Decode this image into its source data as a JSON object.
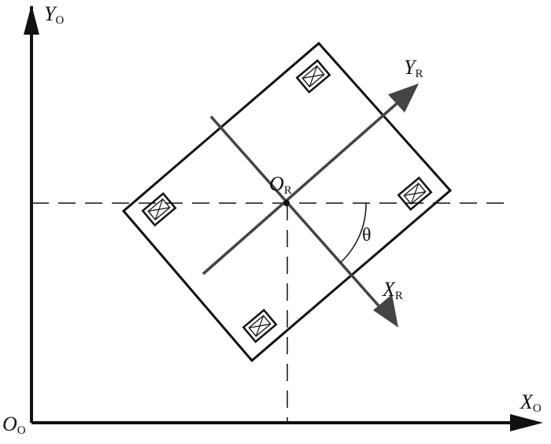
{
  "diagram": {
    "world_x": {
      "main": "X",
      "sub": "O"
    },
    "world_y": {
      "main": "Y",
      "sub": "O"
    },
    "world_origin": {
      "main": "O",
      "sub": "O"
    },
    "robot_x": {
      "main": "X",
      "sub": "R"
    },
    "robot_y": {
      "main": "Y",
      "sub": "R"
    },
    "robot_origin": {
      "main": "O",
      "sub": "R"
    },
    "angle": "θ"
  },
  "colors": {
    "line": "#111111",
    "robot_axis": "#444444",
    "background": "#ffffff"
  }
}
